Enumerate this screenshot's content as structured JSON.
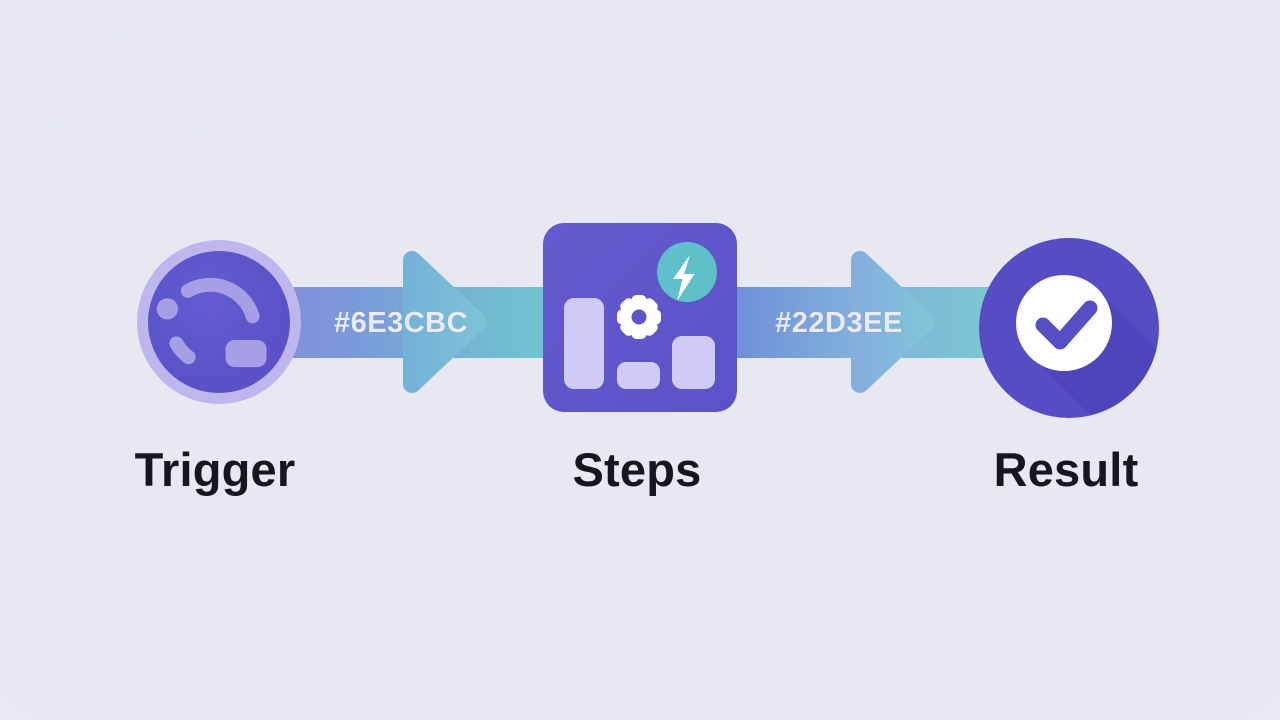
{
  "diagram": {
    "title_hint": "automation flow",
    "nodes": [
      {
        "id": "trigger",
        "label": "Trigger",
        "icon": "dial-icon"
      },
      {
        "id": "steps",
        "label": "Steps",
        "icon": "dashboard-gear-icon",
        "badge_icon": "lightning-icon"
      },
      {
        "id": "result",
        "label": "Result",
        "icon": "check-icon"
      }
    ],
    "connectors": [
      {
        "from": "trigger",
        "to": "steps",
        "label": "#6E3CBC"
      },
      {
        "from": "steps",
        "to": "result",
        "label": "#22D3EE"
      }
    ],
    "colors": {
      "background": "#e9eaf3",
      "node_purple": "#5d54c8",
      "node_ring": "#bdb7ee",
      "icon_lavender": "#a79fe6",
      "tile_bars": "#d0cbf4",
      "badge_teal": "#5fc0c9",
      "connector_start": "#8a84dc",
      "connector_end": "#70c5cf",
      "connector_text": "#eceafb",
      "result_shadow": "#4b43b4",
      "check_white": "#ffffff",
      "label_text": "#17161d"
    }
  }
}
